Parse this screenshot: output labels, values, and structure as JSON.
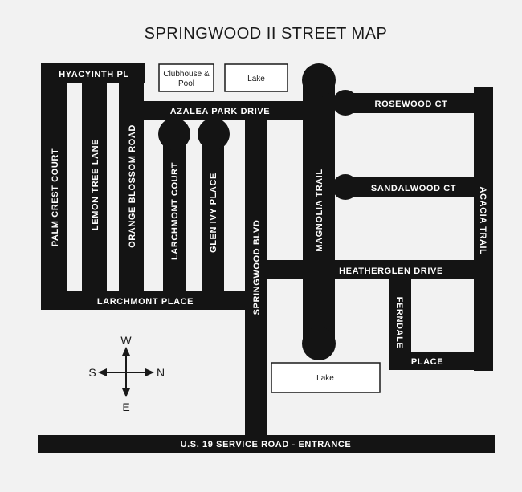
{
  "title": "SPRINGWOOD II STREET MAP",
  "colors": {
    "background": "#f2f2f2",
    "road": "#141414",
    "road_text": "#ffffff",
    "ink": "#1a1a1a"
  },
  "streets": {
    "hyacyinth_pl": "HYACYINTH PL",
    "azalea_park_drive": "AZALEA PARK DRIVE",
    "rosewood_ct": "ROSEWOOD CT",
    "palm_crest_court": "PALM CREST COURT",
    "lemon_tree_lane": "LEMON TREE LANE",
    "orange_blossom_road": "ORANGE BLOSSOM ROAD",
    "larchmont_court": "LARCHMONT COURT",
    "glen_ivy_place": "GLEN IVY PLACE",
    "springwood_blvd": "SPRINGWOOD BLVD",
    "magnolia_trail": "MAGNOLIA TRAIL",
    "sandalwood_ct": "SANDALWOOD CT",
    "acacia_trail": "ACACIA TRAIL",
    "heatherglen_drive": "HEATHERGLEN DRIVE",
    "larchmont_place": "LARCHMONT PLACE",
    "ferndale": "FERNDALE",
    "place": "PLACE",
    "service_road": "U.S. 19 SERVICE ROAD - ENTRANCE"
  },
  "landmarks": {
    "clubhouse_line1": "Clubhouse &",
    "clubhouse_line2": "Pool",
    "lake_top": "Lake",
    "lake_bottom": "Lake"
  },
  "compass": {
    "west": "W",
    "east": "E",
    "south": "S",
    "north": "N"
  }
}
